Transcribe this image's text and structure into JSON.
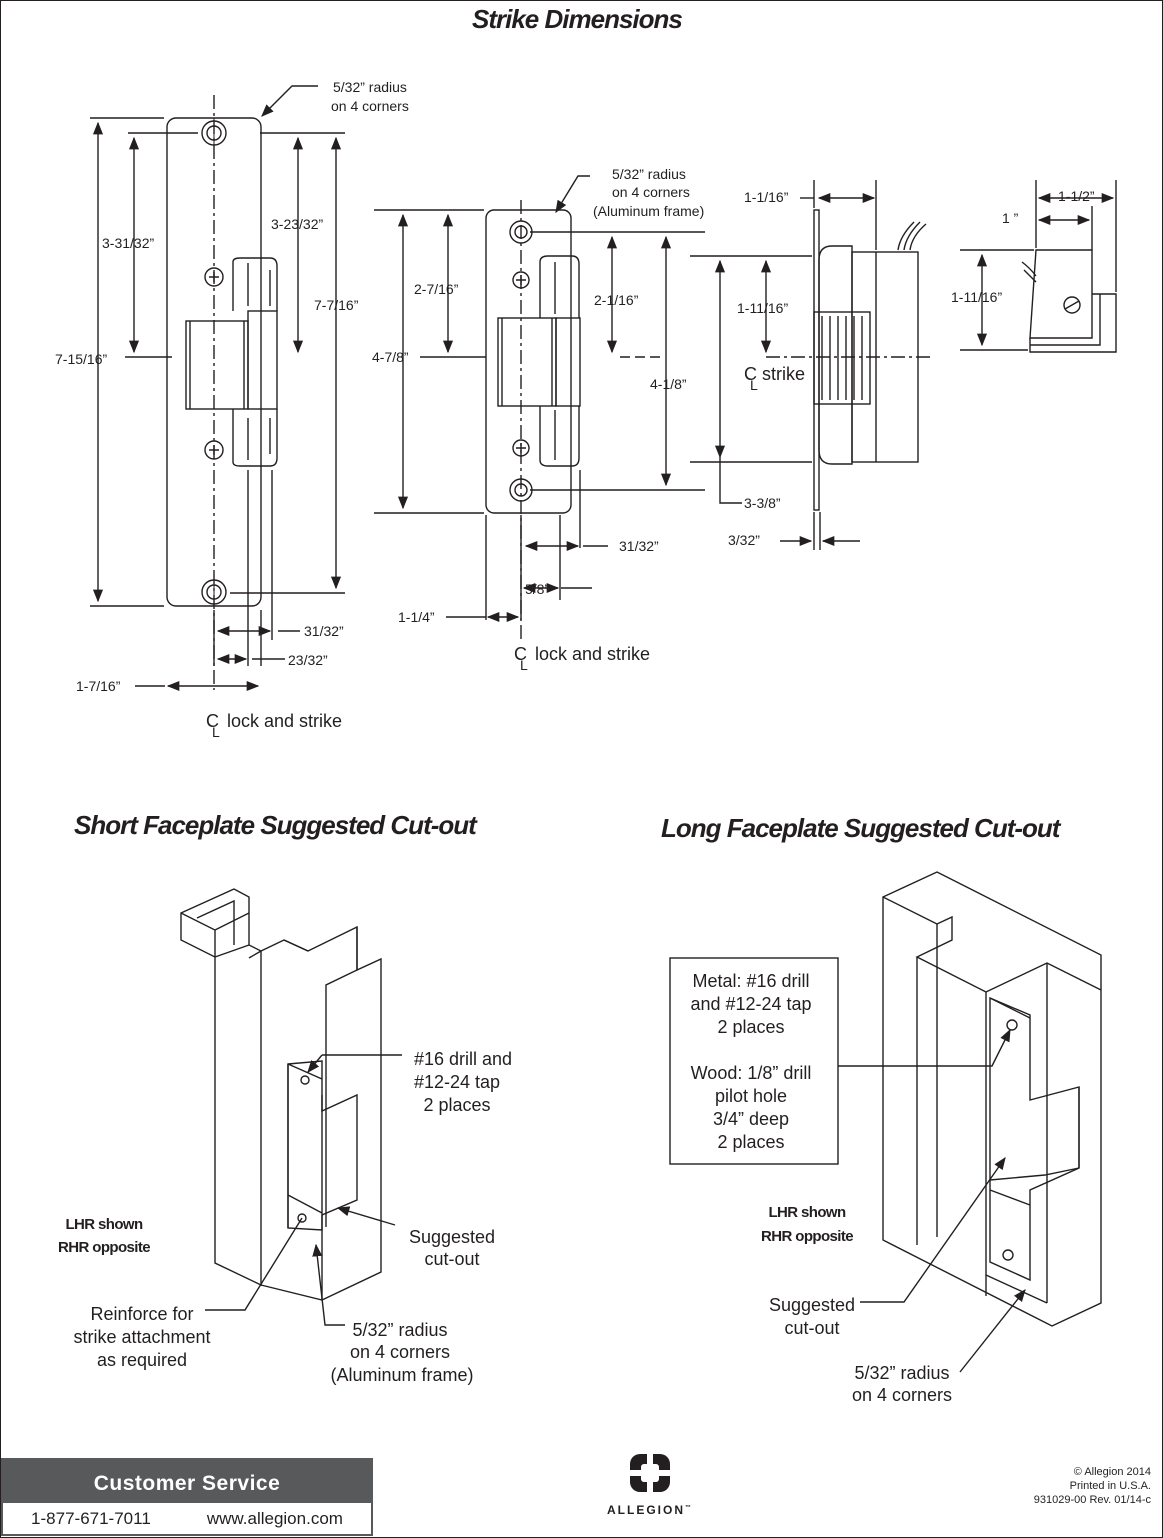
{
  "titles": {
    "strike": "Strike Dimensions",
    "short": "Short Faceplate Suggested Cut-out",
    "long": "Long Faceplate Suggested Cut-out"
  },
  "long_strike": {
    "radius1": "5/32”  radius",
    "radius2": "on 4 corners",
    "d_3_31_32": "3-31/32”",
    "d_3_23_32": "3-23/32”",
    "d_7_7_16": "7-7/16”",
    "d_7_15_16": "7-15/16”",
    "d_31_32": "31/32”",
    "d_23_32": "23/32”",
    "d_1_7_16": "1-7/16”",
    "cl": "C",
    "cl_sub": "L",
    "cl_text": "lock and strike"
  },
  "short_strike": {
    "radius1": "5/32”  radius",
    "radius2": "on 4 corners",
    "radius3": "(Aluminum frame)",
    "d_2_7_16": "2-7/16”",
    "d_4_7_8": "4-7/8”",
    "d_2_1_16": "2-1/16”",
    "d_4_1_8": "4-1/8”",
    "d_31_32": "31/32”",
    "d_5_8": "5/8”",
    "d_1_1_4": "1-1/4”",
    "cl": "C",
    "cl_sub": "L",
    "cl_text": "lock and strike"
  },
  "side_view": {
    "d_1_1_16": "1-1/16”",
    "d_1_11_16": "1-11/16”",
    "cl": "C",
    "cl_sub": "L",
    "cl_text": "strike",
    "d_3_3_8": "3-3/8”",
    "d_3_32": "3/32”"
  },
  "end_view": {
    "d_1_1_2": "1-1/2”",
    "d_1": "1 ”",
    "d_1_11_16": "1-11/16”"
  },
  "short_cutout": {
    "drill1": "#16 drill and",
    "drill2": "#12-24 tap",
    "drill3": "2 places",
    "hand1": "LHR shown",
    "hand2": "RHR opposite",
    "sug1": "Suggested",
    "sug2": "cut-out",
    "reinf1": "Reinforce for",
    "reinf2": "strike attachment",
    "reinf3": "as required",
    "rad1": "5/32” radius",
    "rad2": "on 4 corners",
    "rad3": "(Aluminum frame)"
  },
  "long_cutout": {
    "metal1": "Metal: #16 drill",
    "metal2": "and #12-24 tap",
    "metal3": "2 places",
    "wood1": "Wood: 1/8” drill",
    "wood2": "pilot hole",
    "wood3": "3/4” deep",
    "wood4": "2 places",
    "hand1": "LHR shown",
    "hand2": "RHR opposite",
    "sug1": "Suggested",
    "sug2": "cut-out",
    "rad1": "5/32” radius",
    "rad2": "on 4 corners"
  },
  "footer": {
    "cs_title": "Customer Service",
    "phone": "1-877-671-7011",
    "web": "www.allegion.com",
    "brand": "ALLEGION",
    "tm": "™",
    "copy1": "© Allegion 2014",
    "copy2": "Printed in U.S.A.",
    "copy3": "931029-00 Rev. 01/14-c"
  }
}
